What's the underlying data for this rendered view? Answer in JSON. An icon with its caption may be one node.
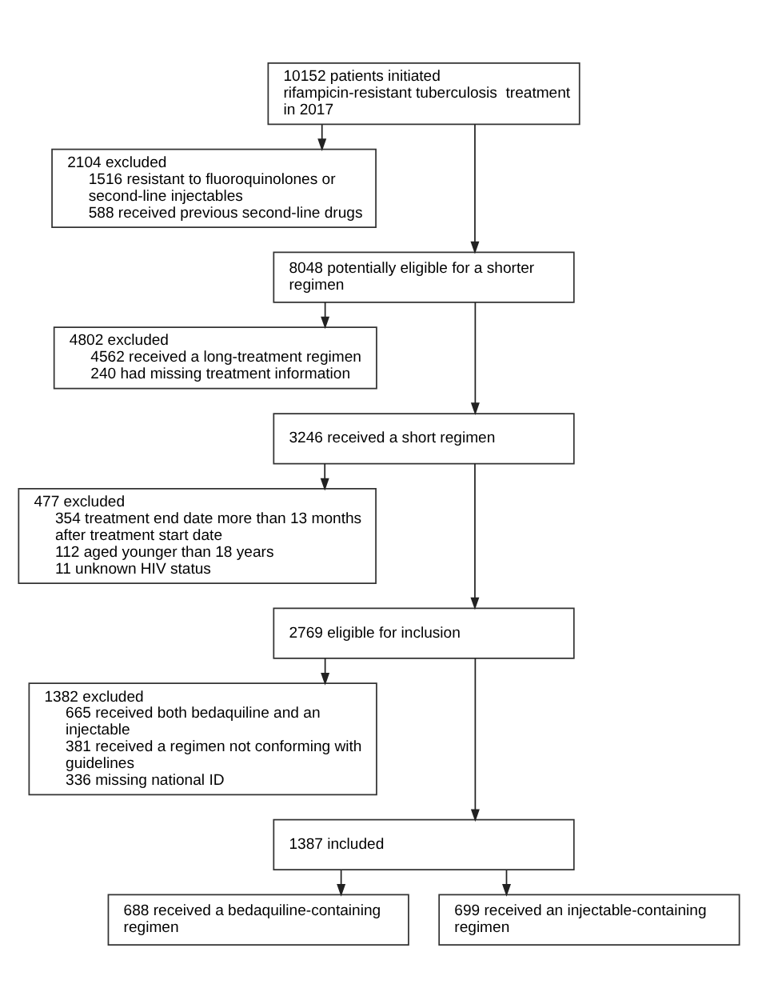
{
  "diagram": {
    "nodes": [
      {
        "text": [
          "10152 patients initiated rifampicin-resistant tuberculosis  treatment in 2017"
        ]
      },
      {
        "text": [
          "2104 excluded",
          "1516 resistant to fluoroquinolones or second-line injectables",
          "588 received previous second-line drugs"
        ]
      },
      {
        "text": [
          "8048 potentially eligible for a shorter regimen"
        ]
      },
      {
        "text": [
          "4802 excluded",
          "4562 received a long-treatment regimen",
          "240 had missing treatment information"
        ]
      },
      {
        "text": [
          "3246 received a short regimen"
        ]
      },
      {
        "text": [
          "477 excluded",
          "354 treatment end date more than 13 months after treatment start date",
          "112 aged younger than 18 years",
          "11 unknown HIV status"
        ]
      },
      {
        "text": [
          "2769 eligible for inclusion"
        ]
      },
      {
        "text": [
          "1382 excluded",
          "665 received both bedaquiline and an injectable",
          "381 received a regimen not conforming with guidelines",
          "336 missing national ID"
        ]
      },
      {
        "text": [
          "1387 included"
        ]
      },
      {
        "text": [
          "688 received a bedaquiline-containing regimen"
        ]
      },
      {
        "text": [
          "699 received an injectable-containing regimen"
        ]
      }
    ],
    "edges": [
      {
        "from": 0,
        "to": 2,
        "arrow": "to"
      },
      {
        "from": 0,
        "to": 1,
        "arrow": "to"
      },
      {
        "from": 2,
        "to": 4,
        "arrow": "to"
      },
      {
        "from": 2,
        "to": 3,
        "arrow": "to"
      },
      {
        "from": 4,
        "to": 6,
        "arrow": "to"
      },
      {
        "from": 4,
        "to": 5,
        "arrow": "to"
      },
      {
        "from": 6,
        "to": 8,
        "arrow": "to"
      },
      {
        "from": 6,
        "to": 7,
        "arrow": "to"
      },
      {
        "from": 8,
        "to": 9,
        "arrow": "to"
      },
      {
        "from": 8,
        "to": 10,
        "arrow": "to"
      }
    ]
  }
}
